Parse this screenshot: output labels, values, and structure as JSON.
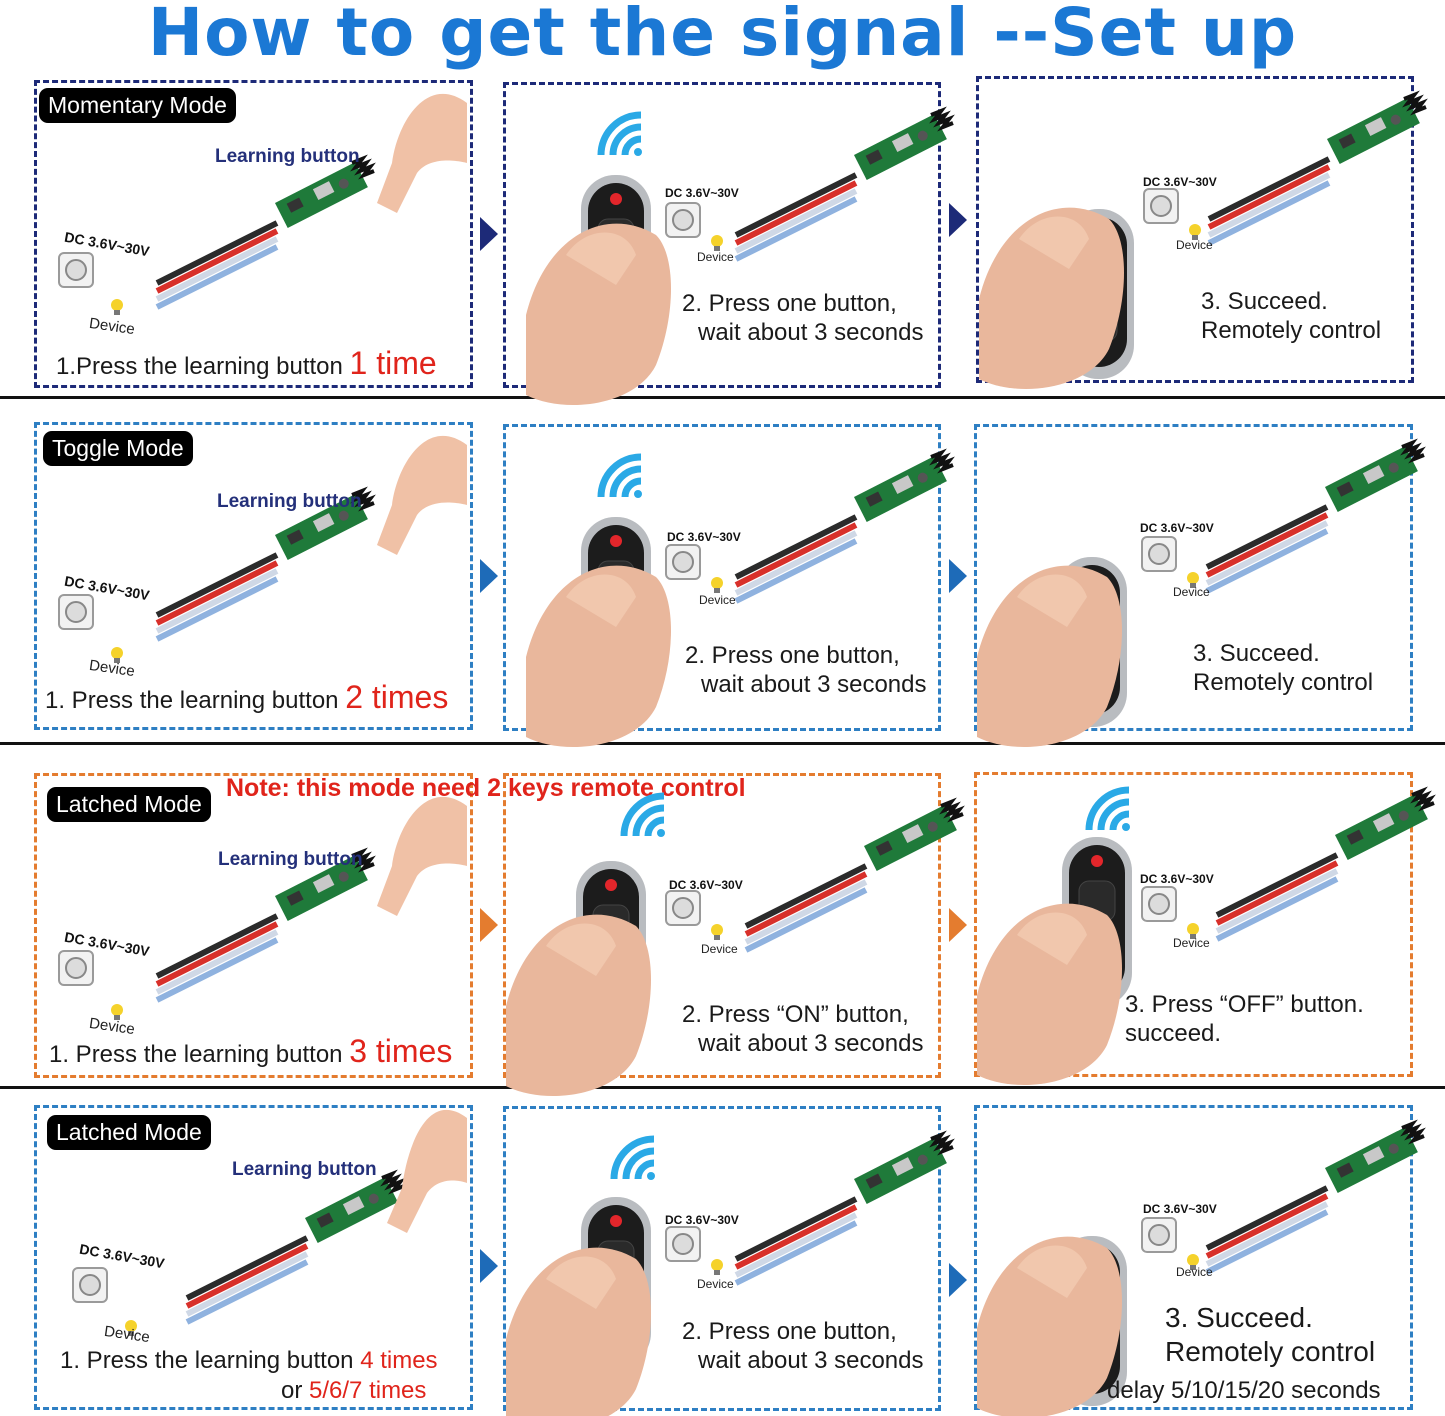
{
  "title": "How to get the signal --Set up",
  "colors": {
    "title": "#1b78d4",
    "note": "#e0241b",
    "navy_border": "#1d2a78",
    "blue_border": "#2e7fc3",
    "orange_border": "#e47c2f"
  },
  "common": {
    "learning_button": "Learning button",
    "dc_label": "DC 3.6V~30V",
    "device_label": "Device"
  },
  "rows": [
    {
      "mode": "Momentary Mode",
      "step1_text": "1.Press the learning button ",
      "step1_highlight": "1 time",
      "step2_line1": "2. Press one button,",
      "step2_line2": "wait about 3 seconds",
      "step3_line1": "3.  Succeed.",
      "step3_line2": "Remotely control"
    },
    {
      "mode": "Toggle Mode",
      "step1_text": "1. Press the learning button ",
      "step1_highlight": "2 times",
      "step2_line1": "2. Press one button,",
      "step2_line2": "wait about 3 seconds",
      "step3_line1": "3.  Succeed.",
      "step3_line2": "Remotely control"
    },
    {
      "mode": "Latched Mode",
      "note": "Note: this mode need 2 keys remote control",
      "step1_text": "1. Press the learning button ",
      "step1_highlight": "3 times",
      "step2_line1": "2. Press  “ON”  button,",
      "step2_line2": "wait about 3 seconds",
      "step3_line1": "3.  Press   “OFF”  button.",
      "step3_line2": "succeed."
    },
    {
      "mode": "Latched Mode",
      "step1_text": "1. Press the learning button ",
      "step1_highlight": "4 times",
      "step1_line2_prefix": "or ",
      "step1_line2_highlight": "5/6/7 times",
      "step2_line1": "2. Press one button,",
      "step2_line2": "wait about 3 seconds",
      "step3_line1": "3.  Succeed.",
      "step3_line2": "Remotely control",
      "step3_line3": "delay 5/10/15/20 seconds"
    }
  ]
}
